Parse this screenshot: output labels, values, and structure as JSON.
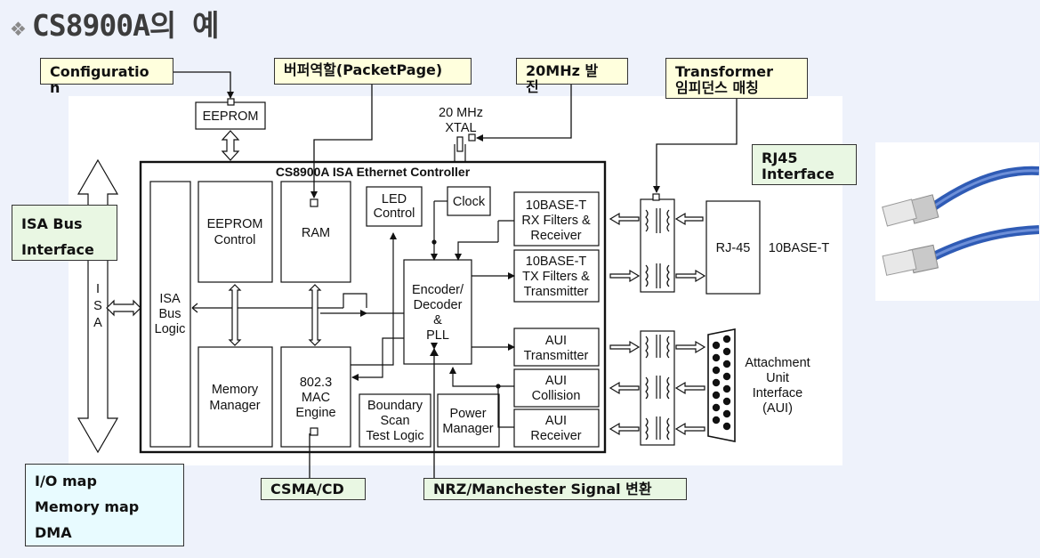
{
  "title": "CS8900A의 예",
  "bullet": "❖",
  "notes": {
    "configuration": "Configuratio\nn",
    "buffer": "버퍼역할(PacketPage)",
    "xtal_note": "20MHz 발\n진",
    "transformer": "Transformer\n임피던스 매칭",
    "rj45": "RJ45\nInterface",
    "isa_bus": "ISA Bus\nInterface",
    "io_map": "I/O map\nMemory map\nDMA",
    "csma": "CSMA/CD",
    "nrz": "NRZ/Manchester Signal 변환"
  },
  "diagram": {
    "controller_title": "CS8900A ISA Ethernet Controller",
    "eeprom": "EEPROM",
    "xtal_freq": "20 MHz",
    "xtal": "XTAL",
    "isa_letters": [
      "I",
      "S",
      "A"
    ],
    "isa_bus_logic": [
      "ISA",
      "Bus",
      "Logic"
    ],
    "eeprom_control": [
      "EEPROM",
      "Control"
    ],
    "ram": "RAM",
    "led_control": [
      "LED",
      "Control"
    ],
    "clock": "Clock",
    "rx": [
      "10BASE-T",
      "RX Filters &",
      "Receiver"
    ],
    "tx": [
      "10BASE-T",
      "TX Filters &",
      "Transmitter"
    ],
    "encoder": [
      "Encoder/",
      "Decoder",
      "&",
      "PLL"
    ],
    "memory_manager": [
      "Memory",
      "Manager"
    ],
    "mac": [
      "802.3",
      "MAC",
      "Engine"
    ],
    "boundary": [
      "Boundary",
      "Scan",
      "Test Logic"
    ],
    "power": [
      "Power",
      "Manager"
    ],
    "aui_tx": [
      "AUI",
      "Transmitter"
    ],
    "aui_col": [
      "AUI",
      "Collision"
    ],
    "aui_rx": [
      "AUI",
      "Receiver"
    ],
    "rj45_block": "RJ-45",
    "tenbaset": "10BASE-T",
    "aui_label": [
      "Attachment",
      "Unit",
      "Interface",
      "(AUI)"
    ]
  },
  "photo": {
    "subject": "two blue RJ45 ethernet cables"
  }
}
